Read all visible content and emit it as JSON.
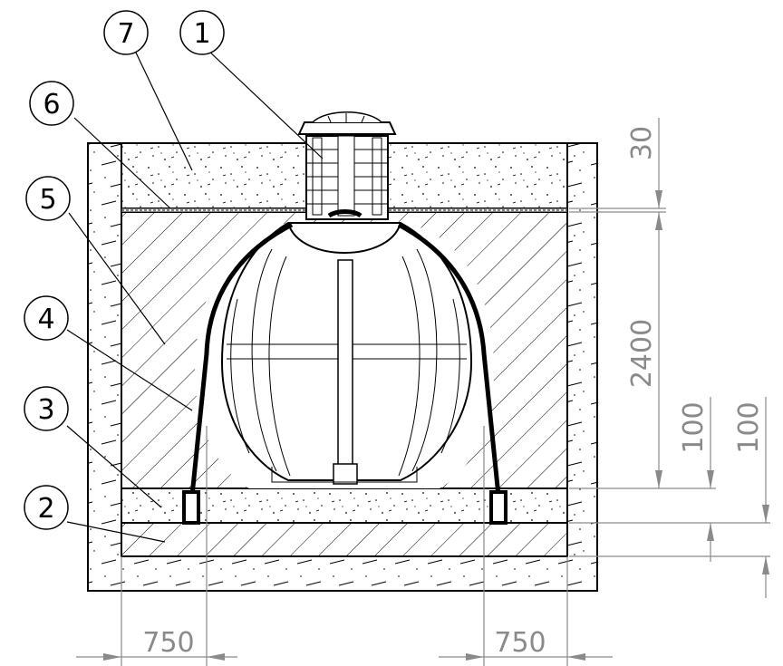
{
  "balloons": [
    {
      "id": "7",
      "label": "7"
    },
    {
      "id": "1",
      "label": "1"
    },
    {
      "id": "6",
      "label": "6"
    },
    {
      "id": "5",
      "label": "5"
    },
    {
      "id": "4",
      "label": "4"
    },
    {
      "id": "3",
      "label": "3"
    },
    {
      "id": "2",
      "label": "2"
    }
  ],
  "dimensions": {
    "top_cover": "30",
    "tank_height": "2400",
    "bedding_layer": "100",
    "base_layer": "100",
    "left_clearance": "750",
    "right_clearance": "750"
  }
}
